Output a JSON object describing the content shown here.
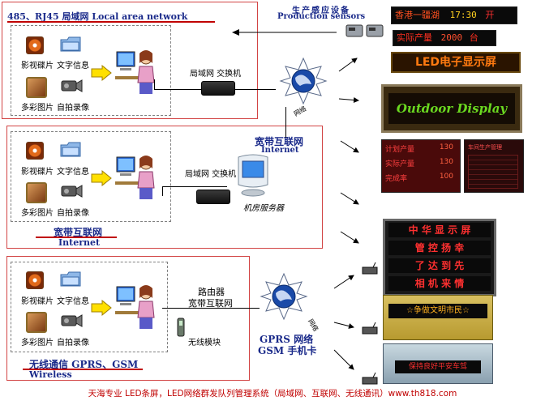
{
  "panels": {
    "lan": {
      "title": "485、RJ45 局域网  Local area network",
      "items": [
        "影视碟片",
        "文字信息",
        "多彩图片",
        "自拍录像"
      ],
      "switch_label": "局域网 交换机"
    },
    "internet": {
      "items": [
        "影视碟片",
        "文字信息",
        "多彩图片",
        "自拍录像"
      ],
      "switch_label": "局域网 交换机",
      "server_label": "机房服务器",
      "title_cn": "宽带互联网",
      "title_en": "Internet"
    },
    "wireless": {
      "items": [
        "影视碟片",
        "文字信息",
        "多彩图片",
        "自拍录像"
      ],
      "router_label_1": "路由器",
      "router_label_2": "宽带互联网",
      "module_label": "无线模块",
      "title_cn": "无线通信 GPRS、GSM",
      "title_en": "Wireless"
    }
  },
  "center": {
    "sensors_cn": "生产感应设备",
    "sensors_en": "Production sensors",
    "globe_label": "网络",
    "internet_cn": "宽带互联网",
    "internet_en": "Internet",
    "gprs_globe_label": "网络",
    "gprs_cn_1": "GPRS 网络",
    "gprs_cn_2": "GSM 手机卡"
  },
  "displays": {
    "top_left_text": "香港一疆湖",
    "top_time": "17:30",
    "top_right_text": "开",
    "counter_label": "实际产量",
    "counter_value": "2000",
    "counter_unit": "台",
    "sign_red": "LED电子显示屏",
    "sign_outdoor": "Outdoor Display",
    "production_rows": [
      "计划产量",
      "实际产量",
      "完成率"
    ],
    "production_vals": [
      "130",
      "130",
      "100"
    ],
    "board_title": "车间生产管理",
    "scroll_1": "中 华 显 示 屏",
    "scroll_2": "管 控 扬 幸",
    "scroll_3": "了 达 到 先",
    "scroll_4": "相 机 来 情",
    "taxi_1": "☆争做文明市民☆",
    "taxi_2": "保持良好平安车驾"
  },
  "footer": "天海专业 LED条屏，LED网络群发队列管理系统（局域网、互联网、无线通讯）www.th818.com"
}
